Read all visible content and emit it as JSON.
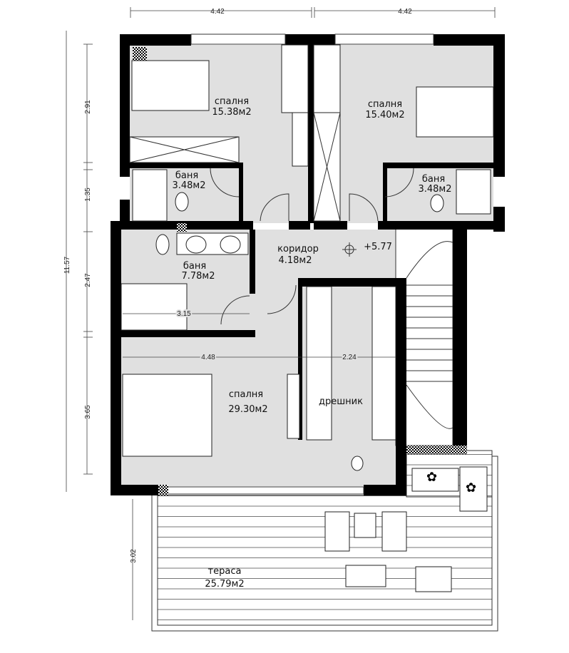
{
  "rooms": {
    "bedroom_left": {
      "name": "спалня",
      "area": "15.38м2"
    },
    "bedroom_right": {
      "name": "спалня",
      "area": "15.40м2"
    },
    "bath_left": {
      "name": "баня",
      "area": "3.48м2"
    },
    "bath_right": {
      "name": "баня",
      "area": "3.48м2"
    },
    "bath_main": {
      "name": "баня",
      "area": "7.78м2"
    },
    "corridor": {
      "name": "коридор",
      "area": "4.18м2"
    },
    "bedroom_master": {
      "name": "спалня",
      "area": "29.30м2"
    },
    "closet": {
      "name": "дрешник"
    },
    "terrace": {
      "name": "тераса",
      "area": "25.79м2"
    }
  },
  "elevation_mark": "+5.77",
  "dimensions": {
    "top_left": "4.42",
    "top_right": "4.42",
    "total_height": "11.57",
    "seg_1": "2.91",
    "seg_2": "1.35",
    "seg_3": "2.47",
    "seg_4": "3.65",
    "terrace_depth": "3.02",
    "bath_width": "3.15",
    "master_width": "4.48",
    "closet_width": "2.24"
  },
  "colors": {
    "wall": "#000000",
    "floor": "#e0e0e0",
    "background": "#ffffff"
  }
}
